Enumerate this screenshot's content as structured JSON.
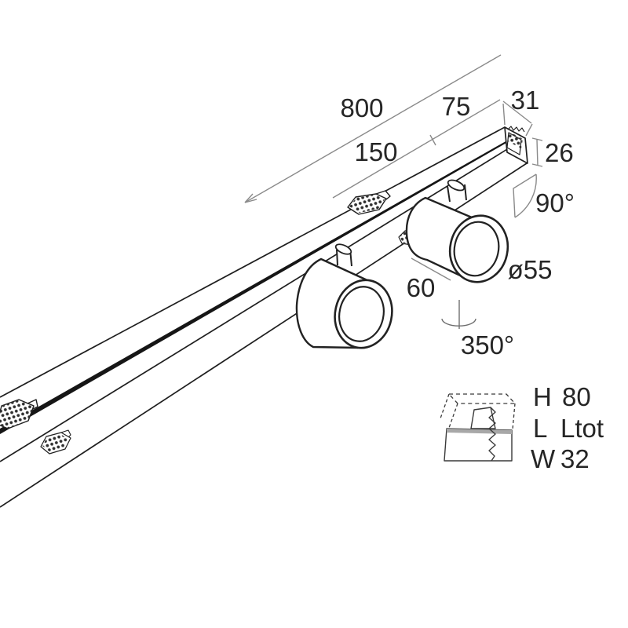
{
  "meta": {
    "description": "Technical dimension drawing of a track lighting profile with two cylindrical spotlights",
    "background": "#ffffff",
    "ink_color": "#1f1f1f",
    "dim_line_color": "#8a8a8a",
    "band_color": "#a8a8a8"
  },
  "dimensions": {
    "track_total_length": "800",
    "end_segment": "75",
    "track_width": "31",
    "spot_spacing": "150",
    "track_height": "26",
    "tilt_angle": "90°",
    "spot_diameter": "ø55",
    "spot_body_length": "60",
    "rotation_angle": "350°"
  },
  "legend": {
    "rows": [
      {
        "key": "H",
        "value": "80"
      },
      {
        "key": "L",
        "value": "Ltot"
      },
      {
        "key": "W",
        "value": "32"
      }
    ]
  }
}
